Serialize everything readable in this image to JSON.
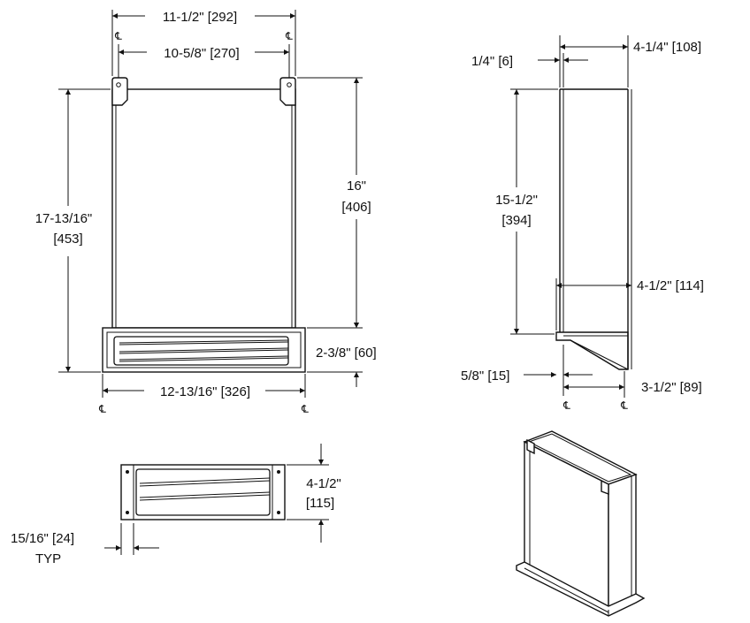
{
  "front_view": {
    "overall_width": "11-1/2\" [292]",
    "centerline_spacing": "10-5/8\" [270]",
    "overall_height_in": "17-13/16\"",
    "overall_height_mm": "[453]",
    "cabinet_height_in": "16\"",
    "cabinet_height_mm": "[406]",
    "grille_height": "2-3/8\" [60]",
    "flange_width": "12-13/16\" [326]"
  },
  "side_view": {
    "overall_depth": "4-1/4\" [108]",
    "back_offset": "1/4\" [6]",
    "height_in": "15-1/2\"",
    "height_mm": "[394]",
    "bottom_depth": "4-1/2\" [114]",
    "front_offset": "5/8\" [15]",
    "centerline_spacing": "3-1/2\" [89]"
  },
  "bottom_view": {
    "height_in": "4-1/2\"",
    "height_mm": "[115]",
    "flange_width": "15/16\" [24]",
    "flange_note": "TYP"
  },
  "centerline_symbol": "℄"
}
